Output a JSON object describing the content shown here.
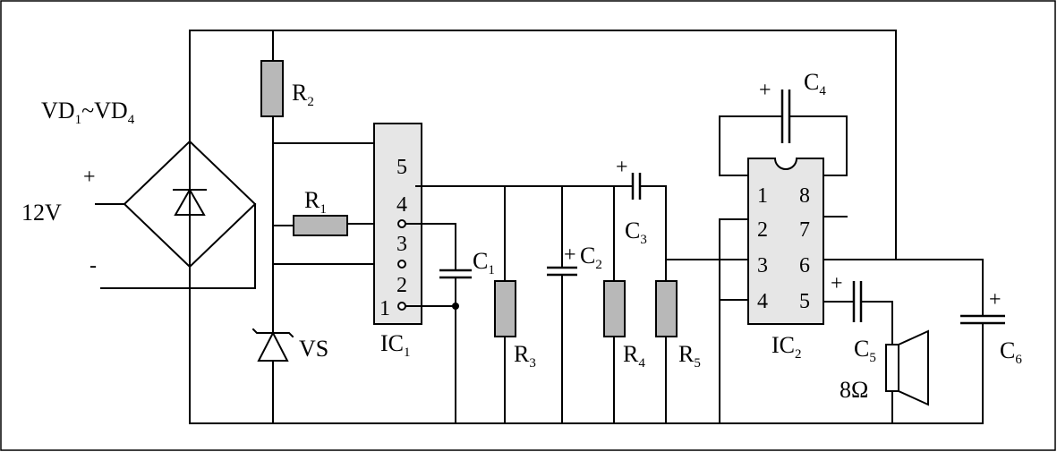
{
  "supply": {
    "voltage": "12V",
    "plus": "+",
    "minus": "-"
  },
  "bridge": {
    "main": "VD",
    "sub1": "1",
    "tilde": "~VD",
    "sub2": "4"
  },
  "labels": {
    "R1": {
      "main": "R",
      "sub": "1"
    },
    "R2": {
      "main": "R",
      "sub": "2"
    },
    "R3": {
      "main": "R",
      "sub": "3"
    },
    "R4": {
      "main": "R",
      "sub": "4"
    },
    "R5": {
      "main": "R",
      "sub": "5"
    },
    "C1": {
      "main": "C",
      "sub": "1"
    },
    "C2": {
      "main": "C",
      "sub": "2"
    },
    "C3": {
      "main": "C",
      "sub": "3"
    },
    "C4": {
      "main": "C",
      "sub": "4"
    },
    "C5": {
      "main": "C",
      "sub": "5"
    },
    "C6": {
      "main": "C",
      "sub": "6"
    },
    "IC1": {
      "main": "IC",
      "sub": "1"
    },
    "IC2": {
      "main": "IC",
      "sub": "2"
    },
    "VS": "VS",
    "speaker": "8Ω"
  },
  "ic1_pins": [
    "5",
    "4",
    "3",
    "2",
    "1"
  ],
  "ic2_pins": {
    "p1": "1",
    "p2": "2",
    "p3": "3",
    "p4": "4",
    "p5": "5",
    "p6": "6",
    "p7": "7",
    "p8": "8"
  },
  "plus_sign": "+"
}
